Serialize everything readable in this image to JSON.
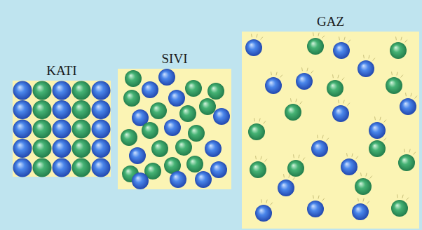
{
  "diagram": {
    "nodes": [
      {
        "text": [
          "KATI"
        ]
      },
      {
        "text": [
          "SIVI"
        ]
      },
      {
        "text": [
          "GAZ"
        ]
      }
    ]
  }
}
